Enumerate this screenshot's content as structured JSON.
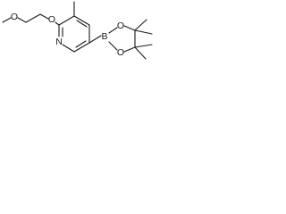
{
  "molecule": {
    "atom_labels": {
      "ether_oxygen_terminal": "O",
      "ether_oxygen_aryl": "O",
      "ring_nitrogen": "N",
      "boron": "B",
      "boronate_oxygen_upper": "O",
      "boronate_oxygen_lower": "O"
    }
  }
}
